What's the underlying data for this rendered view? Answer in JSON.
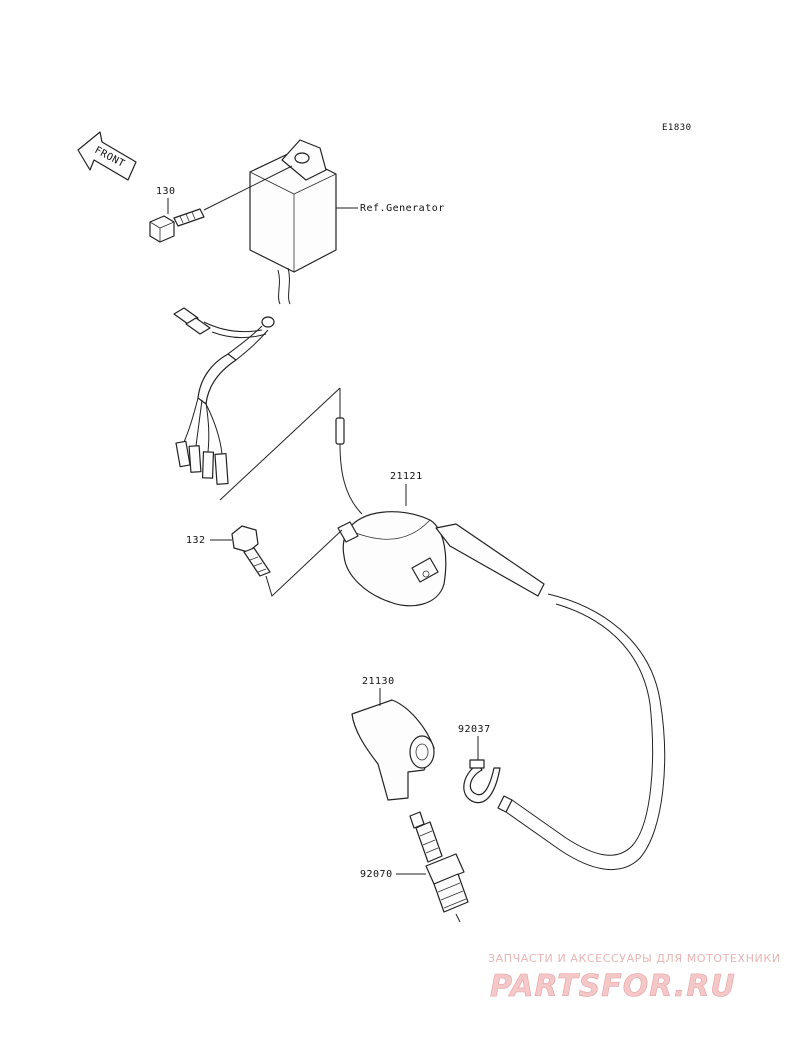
{
  "diagram": {
    "code": "E1830",
    "front_label": "FRONT"
  },
  "parts": {
    "bolt_130": "130",
    "ref_generator": "Ref.Generator",
    "ignition_coil": "21121",
    "bolt_132": "132",
    "plug_cap": "21130",
    "clamp": "92037",
    "spark_plug": "92070"
  },
  "watermark": {
    "tagline": "ЗАПЧАСТИ И АКСЕССУАРЫ ДЛЯ МОТОТЕХНИКИ",
    "brand": "PARTSFOR.RU"
  }
}
